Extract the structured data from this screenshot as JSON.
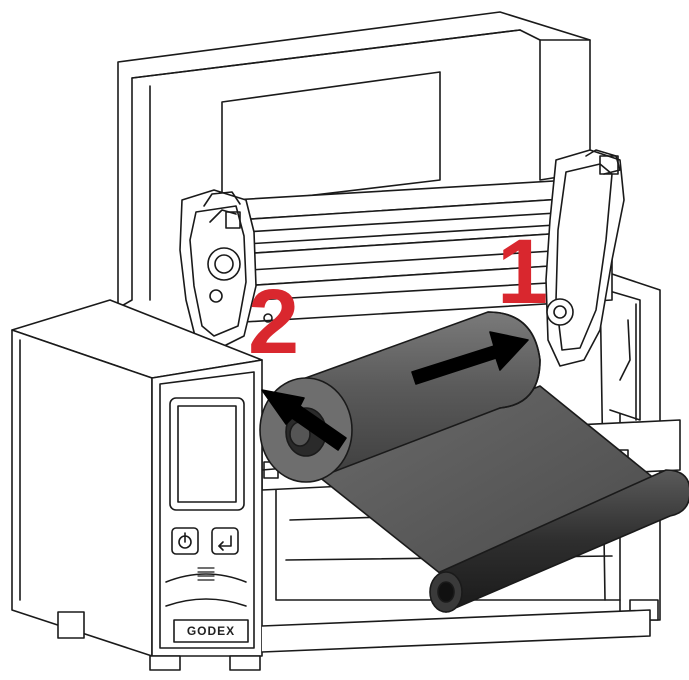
{
  "steps": {
    "step1": "1",
    "step2": "2"
  },
  "printer": {
    "brand": "GODEX"
  },
  "colors": {
    "label": "#d9272e",
    "ribbon": "#5e5e5e",
    "outline": "#1a1a1a",
    "body": "#ffffff"
  },
  "icons": {
    "power": "power-icon",
    "enter": "enter-icon",
    "arrow_right": "arrow-right-icon",
    "arrow_left": "arrow-left-icon"
  }
}
